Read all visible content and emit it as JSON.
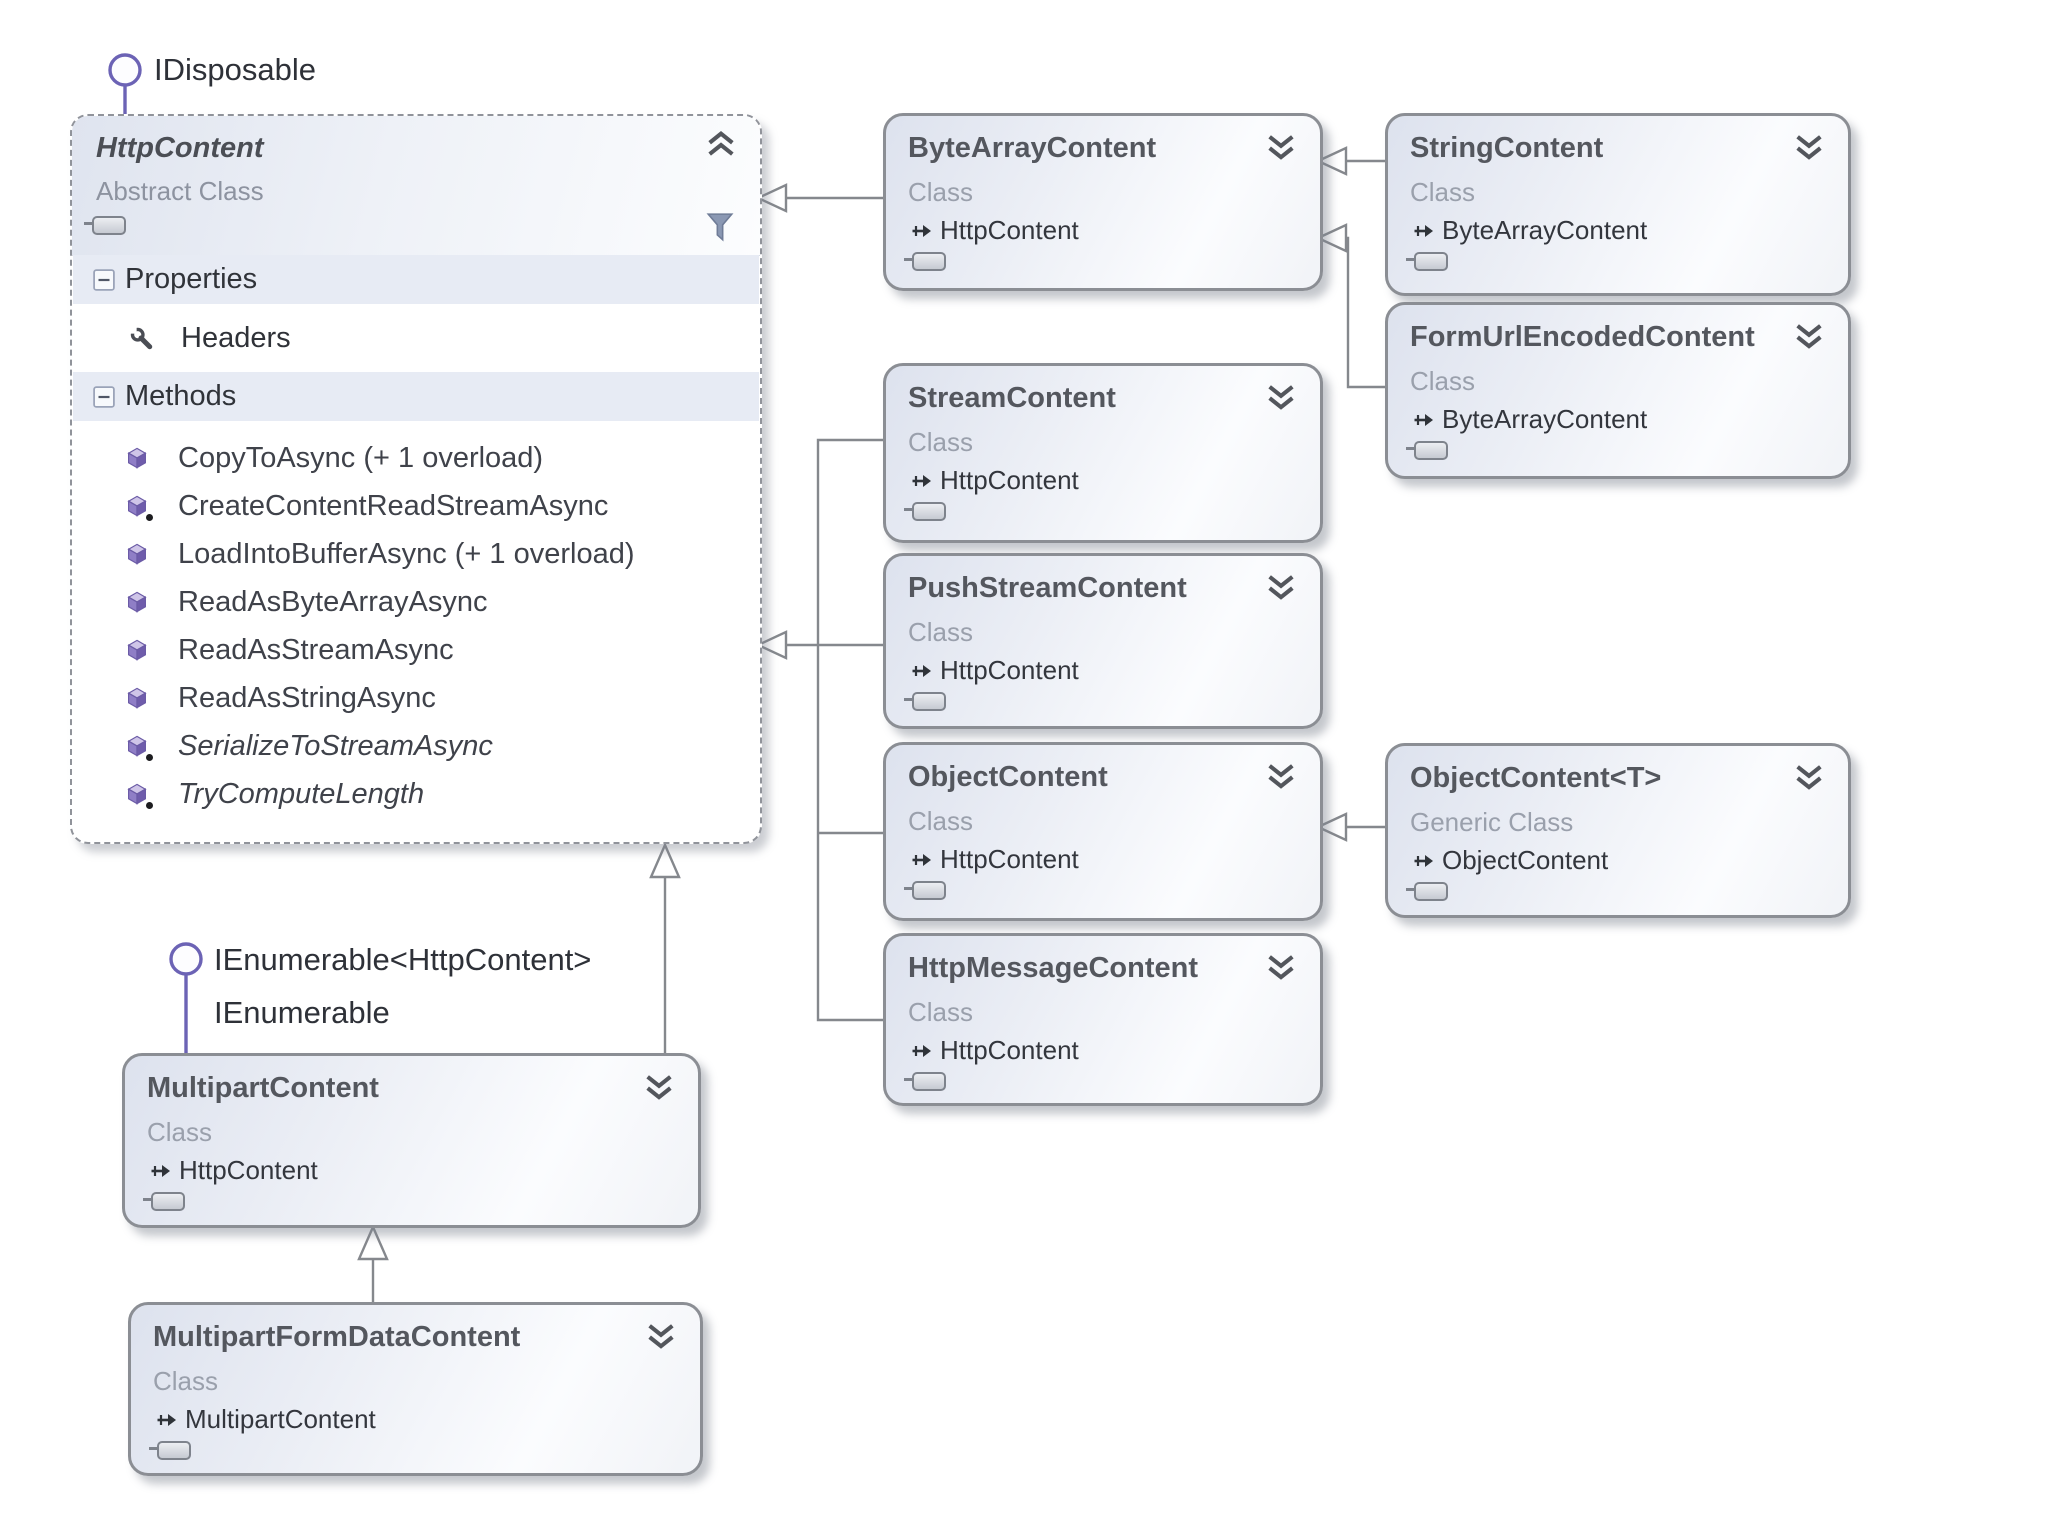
{
  "colors": {
    "accent_purple": "#6C63B5",
    "wire_gray": "#85888D",
    "box_border": "#8B8E94",
    "compartment_band": "#E7EBF4"
  },
  "interfaces": {
    "idisposable": {
      "label": "IDisposable"
    },
    "ienumerable": {
      "label_generic": "IEnumerable<HttpContent>",
      "label": "IEnumerable"
    }
  },
  "http_content": {
    "title": "HttpContent",
    "subtitle": "Abstract Class",
    "sections": {
      "properties": "Properties",
      "methods": "Methods"
    },
    "properties": [
      {
        "name": "Headers"
      }
    ],
    "methods": [
      {
        "name": "CopyToAsync (+ 1 overload)"
      },
      {
        "name": "CreateContentReadStreamAsync",
        "protected": true
      },
      {
        "name": "LoadIntoBufferAsync (+ 1 overload)"
      },
      {
        "name": "ReadAsByteArrayAsync"
      },
      {
        "name": "ReadAsStreamAsync"
      },
      {
        "name": "ReadAsStringAsync"
      },
      {
        "name": "SerializeToStreamAsync",
        "protected": true,
        "italic": true
      },
      {
        "name": "TryComputeLength",
        "protected": true,
        "italic": true
      }
    ]
  },
  "classes": {
    "byte_array": {
      "title": "ByteArrayContent",
      "kind": "Class",
      "base": "HttpContent"
    },
    "string": {
      "title": "StringContent",
      "kind": "Class",
      "base": "ByteArrayContent"
    },
    "form_url": {
      "title": "FormUrlEncodedContent",
      "kind": "Class",
      "base": "ByteArrayContent"
    },
    "stream": {
      "title": "StreamContent",
      "kind": "Class",
      "base": "HttpContent"
    },
    "push_stream": {
      "title": "PushStreamContent",
      "kind": "Class",
      "base": "HttpContent"
    },
    "object": {
      "title": "ObjectContent",
      "kind": "Class",
      "base": "HttpContent"
    },
    "object_t": {
      "title": "ObjectContent<T>",
      "kind": "Generic Class",
      "base": "ObjectContent"
    },
    "http_message": {
      "title": "HttpMessageContent",
      "kind": "Class",
      "base": "HttpContent"
    },
    "multipart": {
      "title": "MultipartContent",
      "kind": "Class",
      "base": "HttpContent"
    },
    "multipart_form": {
      "title": "MultipartFormDataContent",
      "kind": "Class",
      "base": "MultipartContent"
    }
  }
}
